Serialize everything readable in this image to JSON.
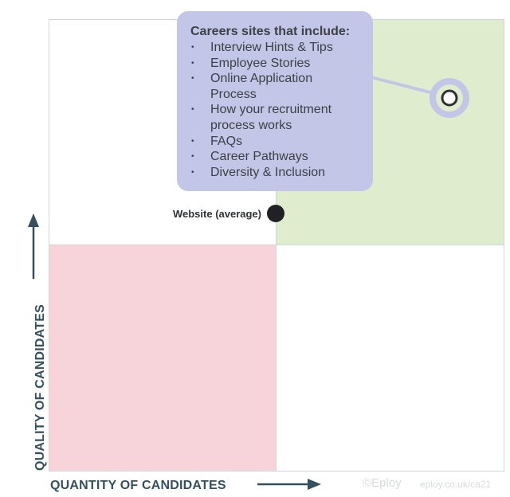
{
  "callout": {
    "title": "Careers sites that include:",
    "items": [
      "Interview Hints & Tips",
      "Employee Stories",
      "Online Application Process",
      "How your recruitment process works",
      "FAQs",
      "Career Pathways",
      "Diversity & Inclusion"
    ]
  },
  "points": {
    "website_average_label": "Website (average)"
  },
  "axes": {
    "y_label": "QUALITY OF CANDIDATES",
    "x_label": "QUANTITY OF CANDIDATES"
  },
  "footer": {
    "copyright": "©Eploy",
    "url": "eploy.co.uk/ca21"
  },
  "colors": {
    "quadrant_top_right": "#dfeccd",
    "quadrant_bottom_left": "#f6d4d9",
    "callout": "#c3c6e6",
    "axis": "#33505f"
  }
}
